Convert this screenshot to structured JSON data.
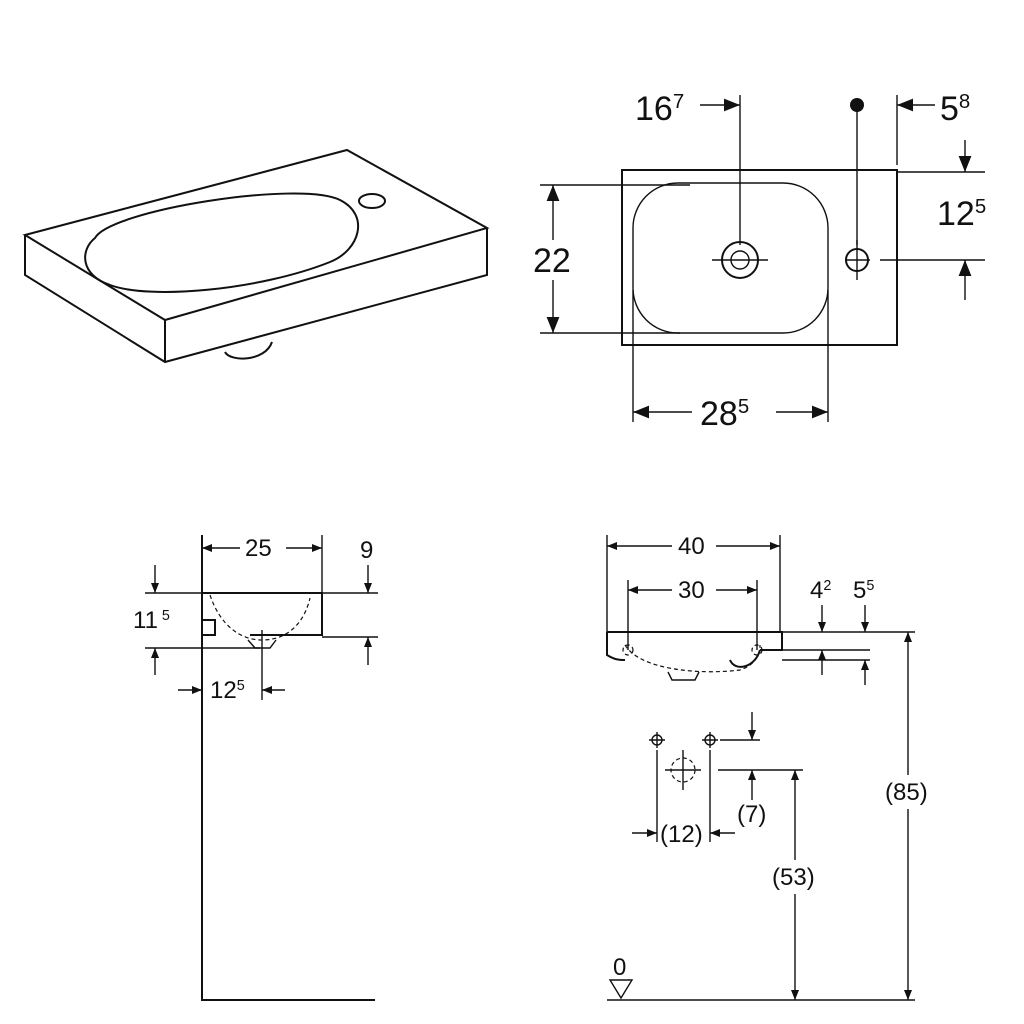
{
  "isometric_view": {},
  "top_view": {
    "tap_offset": {
      "main": "16",
      "sup": "7"
    },
    "edge_offset": {
      "main": "5",
      "sup": "8"
    },
    "tap_depth": {
      "main": "12",
      "sup": "5"
    },
    "depth": {
      "main": "22"
    },
    "bowl_width": {
      "main": "28",
      "sup": "5"
    }
  },
  "side_view": {
    "projection": {
      "main": "25"
    },
    "rim_height": {
      "main": "9"
    },
    "total_height": {
      "main": "11",
      "sup": "5"
    },
    "drain_offset": {
      "main": "12",
      "sup": "5"
    }
  },
  "front_view": {
    "width": {
      "main": "40"
    },
    "bowl_width": {
      "main": "30"
    },
    "rim_a": {
      "main": "4",
      "sup": "2"
    },
    "rim_b": {
      "main": "5",
      "sup": "5"
    },
    "install_height": "(85)",
    "drain_height": "(53)",
    "drain_spacing": "(12)",
    "drain_offset": "(7)",
    "floor_level": "0"
  }
}
